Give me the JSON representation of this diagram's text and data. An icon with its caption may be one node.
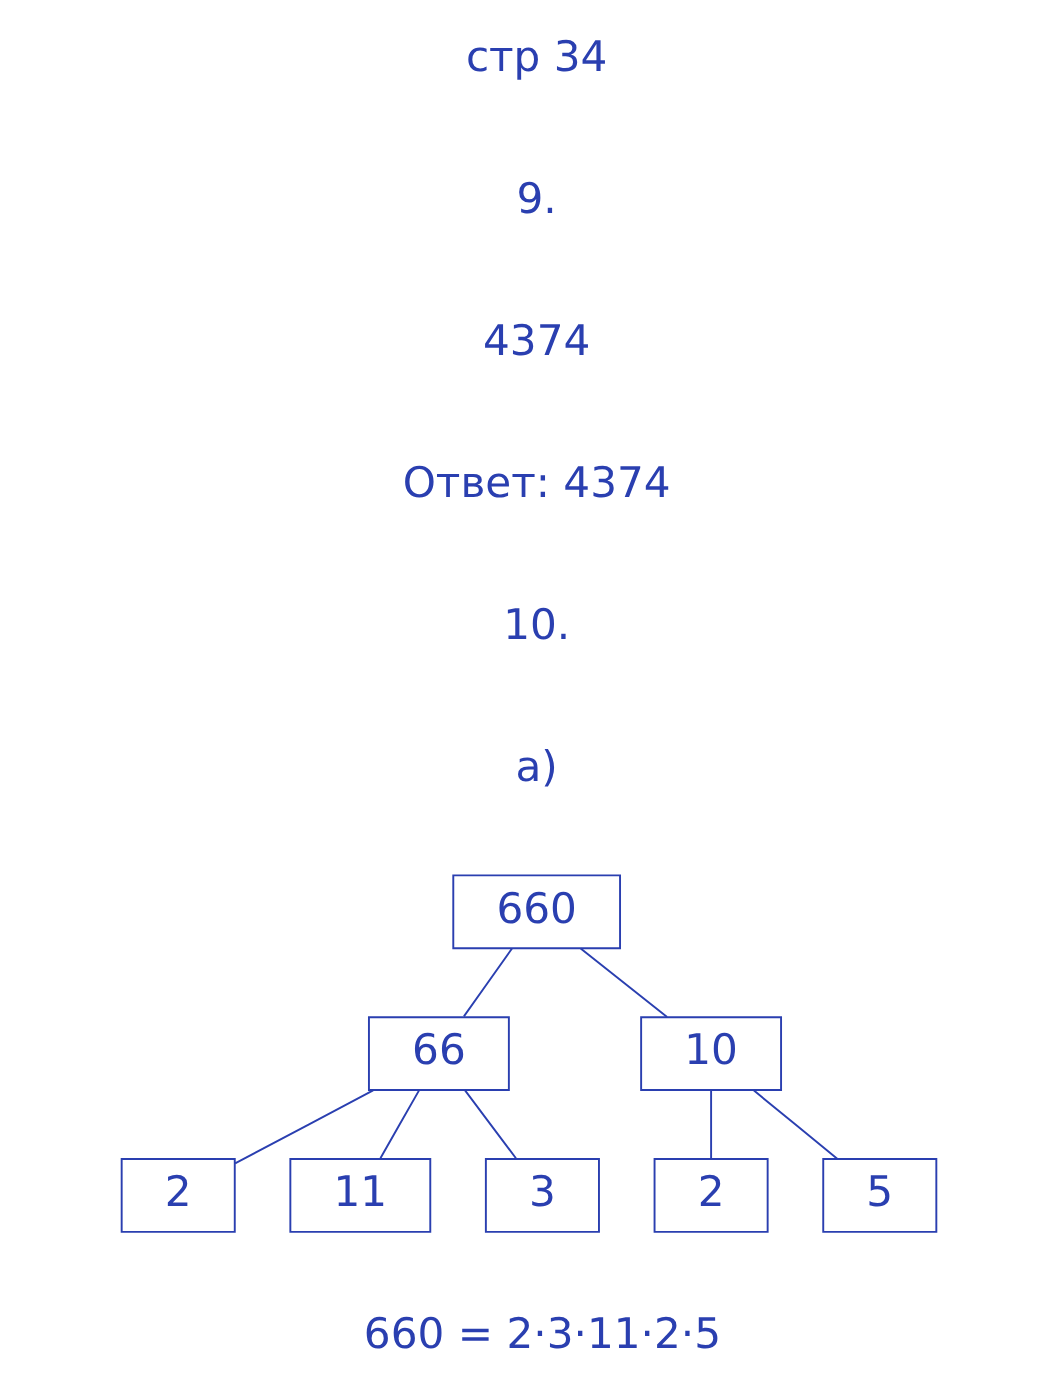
{
  "diagram": {
    "nodes": [
      {
        "text": [
          "660"
        ]
      },
      {
        "text": [
          "66"
        ]
      },
      {
        "text": [
          "10"
        ]
      },
      {
        "text": [
          "2"
        ]
      },
      {
        "text": [
          "11"
        ]
      },
      {
        "text": [
          "3"
        ]
      },
      {
        "text": [
          "2"
        ]
      },
      {
        "text": [
          "5"
        ]
      }
    ],
    "edges": [
      {
        "from": 0,
        "to": 1,
        "arrow": "none"
      },
      {
        "from": 0,
        "to": 2,
        "arrow": "none"
      },
      {
        "from": 1,
        "to": 3,
        "arrow": "none"
      },
      {
        "from": 1,
        "to": 4,
        "arrow": "none"
      },
      {
        "from": 1,
        "to": 5,
        "arrow": "none"
      },
      {
        "from": 2,
        "to": 6,
        "arrow": "none"
      },
      {
        "from": 2,
        "to": 7,
        "arrow": "none"
      }
    ],
    "labels": [
      "стр 34",
      "9.",
      "4374",
      "Ответ: 4374",
      "10.",
      "а)",
      "660 = 2·3·11·2·5"
    ]
  }
}
